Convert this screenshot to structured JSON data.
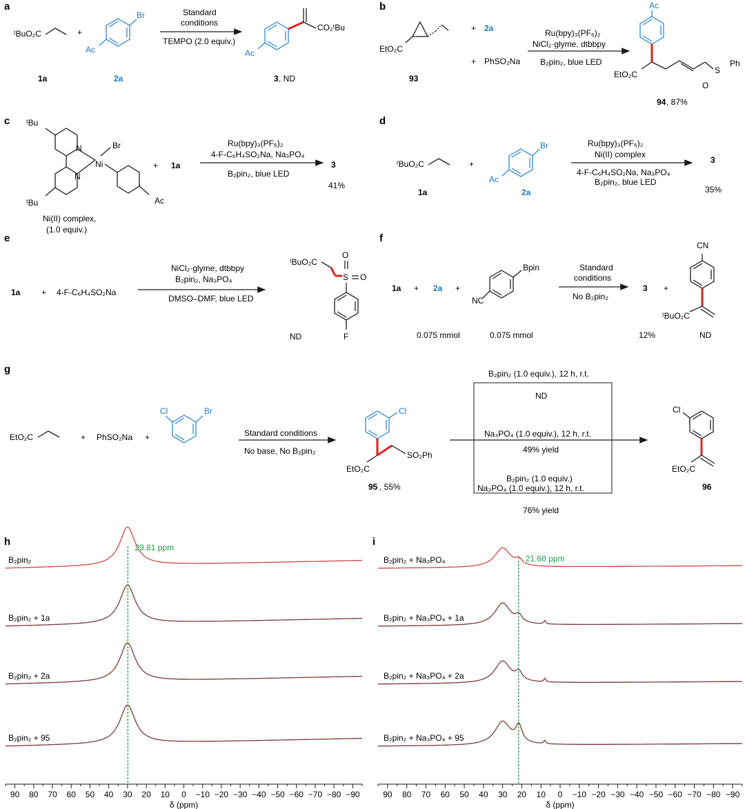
{
  "panels": {
    "a": "a",
    "b": "b",
    "c": "c",
    "d": "d",
    "e": "e",
    "f": "f",
    "g": "g",
    "h": "h",
    "i": "i"
  },
  "a": {
    "r1": "ᵗBuO₂C",
    "r2": "Br",
    "r2_sub": "Ac",
    "plus": "+",
    "cond1": "Standard",
    "cond2": "conditions",
    "cond3": "TEMPO (2.0 equiv.)",
    "prod_ester": "CO₂ᵗBu",
    "prod_sub": "Ac",
    "lab1": "1a",
    "lab2": "2a",
    "lab3": "3",
    "lab3_res": ", ND"
  },
  "b": {
    "r1_ester": "EtO₂C",
    "plus1": "+",
    "r2": "2a",
    "plus2": "+",
    "r3": "PhSO₂Na",
    "cond1": "Ru(bpy)₃(PF₆)₂",
    "cond2": "NiCl₂·glyme, dtbbpy",
    "cond3": "B₂pin₂, blue LED",
    "lab_r": "93",
    "prod_ac": "Ac",
    "prod_ester": "EtO₂C",
    "prod_s": "S",
    "prod_ph": "Ph",
    "prod_o": "O",
    "lab_p": "94",
    "lab_p_res": ", 87%"
  },
  "c": {
    "tbu1": "ᵗBu",
    "tbu2": "ᵗBu",
    "n1": "N",
    "n2": "N",
    "ni": "Ni",
    "br": "Br",
    "ac": "Ac",
    "complex1": "Ni(II) complex,",
    "complex2": "(1.0 equiv.)",
    "plus": "+",
    "r": "1a",
    "cond1": "Ru(bpy)₃(PF₆)₂",
    "cond2": "4-F-C₆H₄SO₂Na, Na₃PO₄",
    "cond3": "B₂pin₂, blue LED",
    "prod": "3",
    "yield": "41%"
  },
  "d": {
    "r1": "ᵗBuO₂C",
    "plus": "+",
    "br": "Br",
    "ac": "Ac",
    "lab1": "1a",
    "lab2": "2a",
    "cond1": "Ru(bpy)₃(PF₆)₂",
    "cond2": "Ni(II) complex",
    "cond3": "4-F-C₆H₄SO₂Na, Na₃PO₄",
    "cond4": "B₂pin₂, blue LED",
    "prod": "3",
    "yield": "35%"
  },
  "e": {
    "r1": "1a",
    "plus": "+",
    "r2": "4-F-C₆H₄SO₂Na",
    "cond1": "NiCl₂·glyme, dtbbpy",
    "cond2": "B₂pin₂, Na₃PO₄",
    "cond3": "DMSO–DMF, blue LED",
    "prod_ester": "ᵗBuO₂C",
    "prod_s": "S",
    "prod_o": "O",
    "prod_f": "F",
    "result": "ND"
  },
  "f": {
    "r1": "1a",
    "plus": "+",
    "r2": "2a",
    "bpin": "Bpin",
    "nc": "NC",
    "amt1": "0.075 mmol",
    "amt2": "0.075 mmol",
    "cond1": "Standard",
    "cond2": "conditions",
    "cond3": "No B₂pin₂",
    "prod": "3",
    "yield": "12%",
    "cn": "CN",
    "prod2_ester": "ᵗBuO₂C",
    "result2": "ND"
  },
  "g": {
    "r1": "EtO₂C",
    "plus": "+",
    "r2": "PhSO₂Na",
    "cl": "Cl",
    "br": "Br",
    "cond1": "Standard conditions",
    "cond2": "No base, No B₂pin₂",
    "int_cl": "Cl",
    "int_ester": "EtO₂C",
    "int_so2": "SO₂Ph",
    "int_lab": "95",
    "int_res": ", 55%",
    "box1": "B₂pin₂ (1.0 equiv.), 12 h, r.t.",
    "box1r": "ND",
    "box2": "Na₃PO₄ (1.0 equiv.), 12 h, r.t.",
    "box2r": "49% yield",
    "box3a": "B₂pin₂ (1.0 equiv.)",
    "box3b": "Na₃PO₄ (1.0 equiv.), 12 h, r.t.",
    "box3r": "76% yield",
    "prod_cl": "Cl",
    "prod_ester": "EtO₂C",
    "prod_lab": "96"
  },
  "nmr_h": {
    "peak_label": "29.81 ppm",
    "xlabel": "δ (ppm)",
    "spectra": [
      {
        "name": "B₂pin₂"
      },
      {
        "name": "B₂pin₂ + 1a"
      },
      {
        "name": "B₂pin₂ + 2a"
      },
      {
        "name": "B₂pin₂ + 95"
      }
    ],
    "xticks": [
      "90",
      "80",
      "70",
      "60",
      "50",
      "40",
      "30",
      "20",
      "10",
      "0",
      "−10",
      "−20",
      "−30",
      "−40",
      "−50",
      "−60",
      "−70",
      "−80",
      "−90"
    ]
  },
  "nmr_i": {
    "peak_label": "21.68 ppm",
    "xlabel": "δ (ppm)",
    "spectra": [
      {
        "name": "B₂pin₂ + Na₃PO₄"
      },
      {
        "name": "B₂pin₂ + Na₃PO₄ + 1a"
      },
      {
        "name": "B₂pin₂ + Na₃PO₄ + 2a"
      },
      {
        "name": "B₂pin₂ + Na₃PO₄ + 95"
      }
    ],
    "xticks": [
      "90",
      "80",
      "70",
      "60",
      "50",
      "40",
      "30",
      "20",
      "10",
      "0",
      "−10",
      "−20",
      "−30",
      "−40",
      "−50",
      "−60",
      "−70",
      "−80",
      "−90"
    ]
  },
  "colors": {
    "spectrum": "#c94a45",
    "marker": "#1e9a4a",
    "highlight": "#e02020",
    "blue": "#1f78c8"
  }
}
